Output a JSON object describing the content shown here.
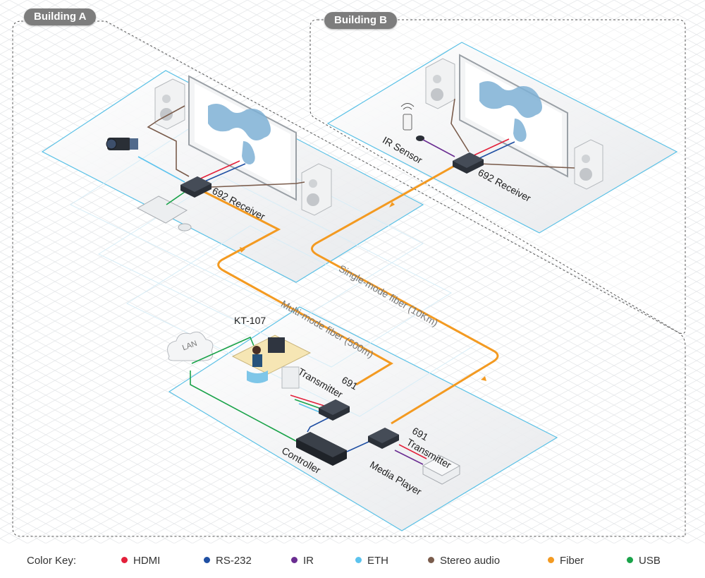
{
  "buildings": {
    "a": "Building A",
    "b": "Building B"
  },
  "labels": {
    "receiver_a": "692 Receiver",
    "receiver_b": "692 Receiver",
    "ir_sensor": "IR Sensor",
    "kt107": "KT-107",
    "lan": "LAN",
    "transmitter_1_num": "691",
    "transmitter_1_word": "Transmitter",
    "transmitter_2_num": "691",
    "transmitter_2_word": "Transmitter",
    "controller": "Controller",
    "media_player": "Media Player",
    "multimode_fiber": "Multi-mode fiber (500m)",
    "singlemode_fiber": "Single-mode fiber (10Km)"
  },
  "legend": {
    "title": "Color Key:",
    "items": [
      {
        "label": "HDMI",
        "color": "#e3203a"
      },
      {
        "label": "RS-232",
        "color": "#1f4fa3"
      },
      {
        "label": "IR",
        "color": "#6a2d91"
      },
      {
        "label": "ETH",
        "color": "#5cc3ee"
      },
      {
        "label": "Stereo audio",
        "color": "#7a5c4c"
      },
      {
        "label": "Fiber",
        "color": "#f39a21"
      },
      {
        "label": "USB",
        "color": "#1aa34a"
      }
    ]
  },
  "colors": {
    "hdmi": "#e3203a",
    "rs232": "#1f4fa3",
    "ir": "#6a2d91",
    "eth": "#5cc3ee",
    "audio": "#7a5c4c",
    "fiber": "#f39a21",
    "usb": "#1aa34a",
    "floor_edge": "#5bc1e6"
  }
}
